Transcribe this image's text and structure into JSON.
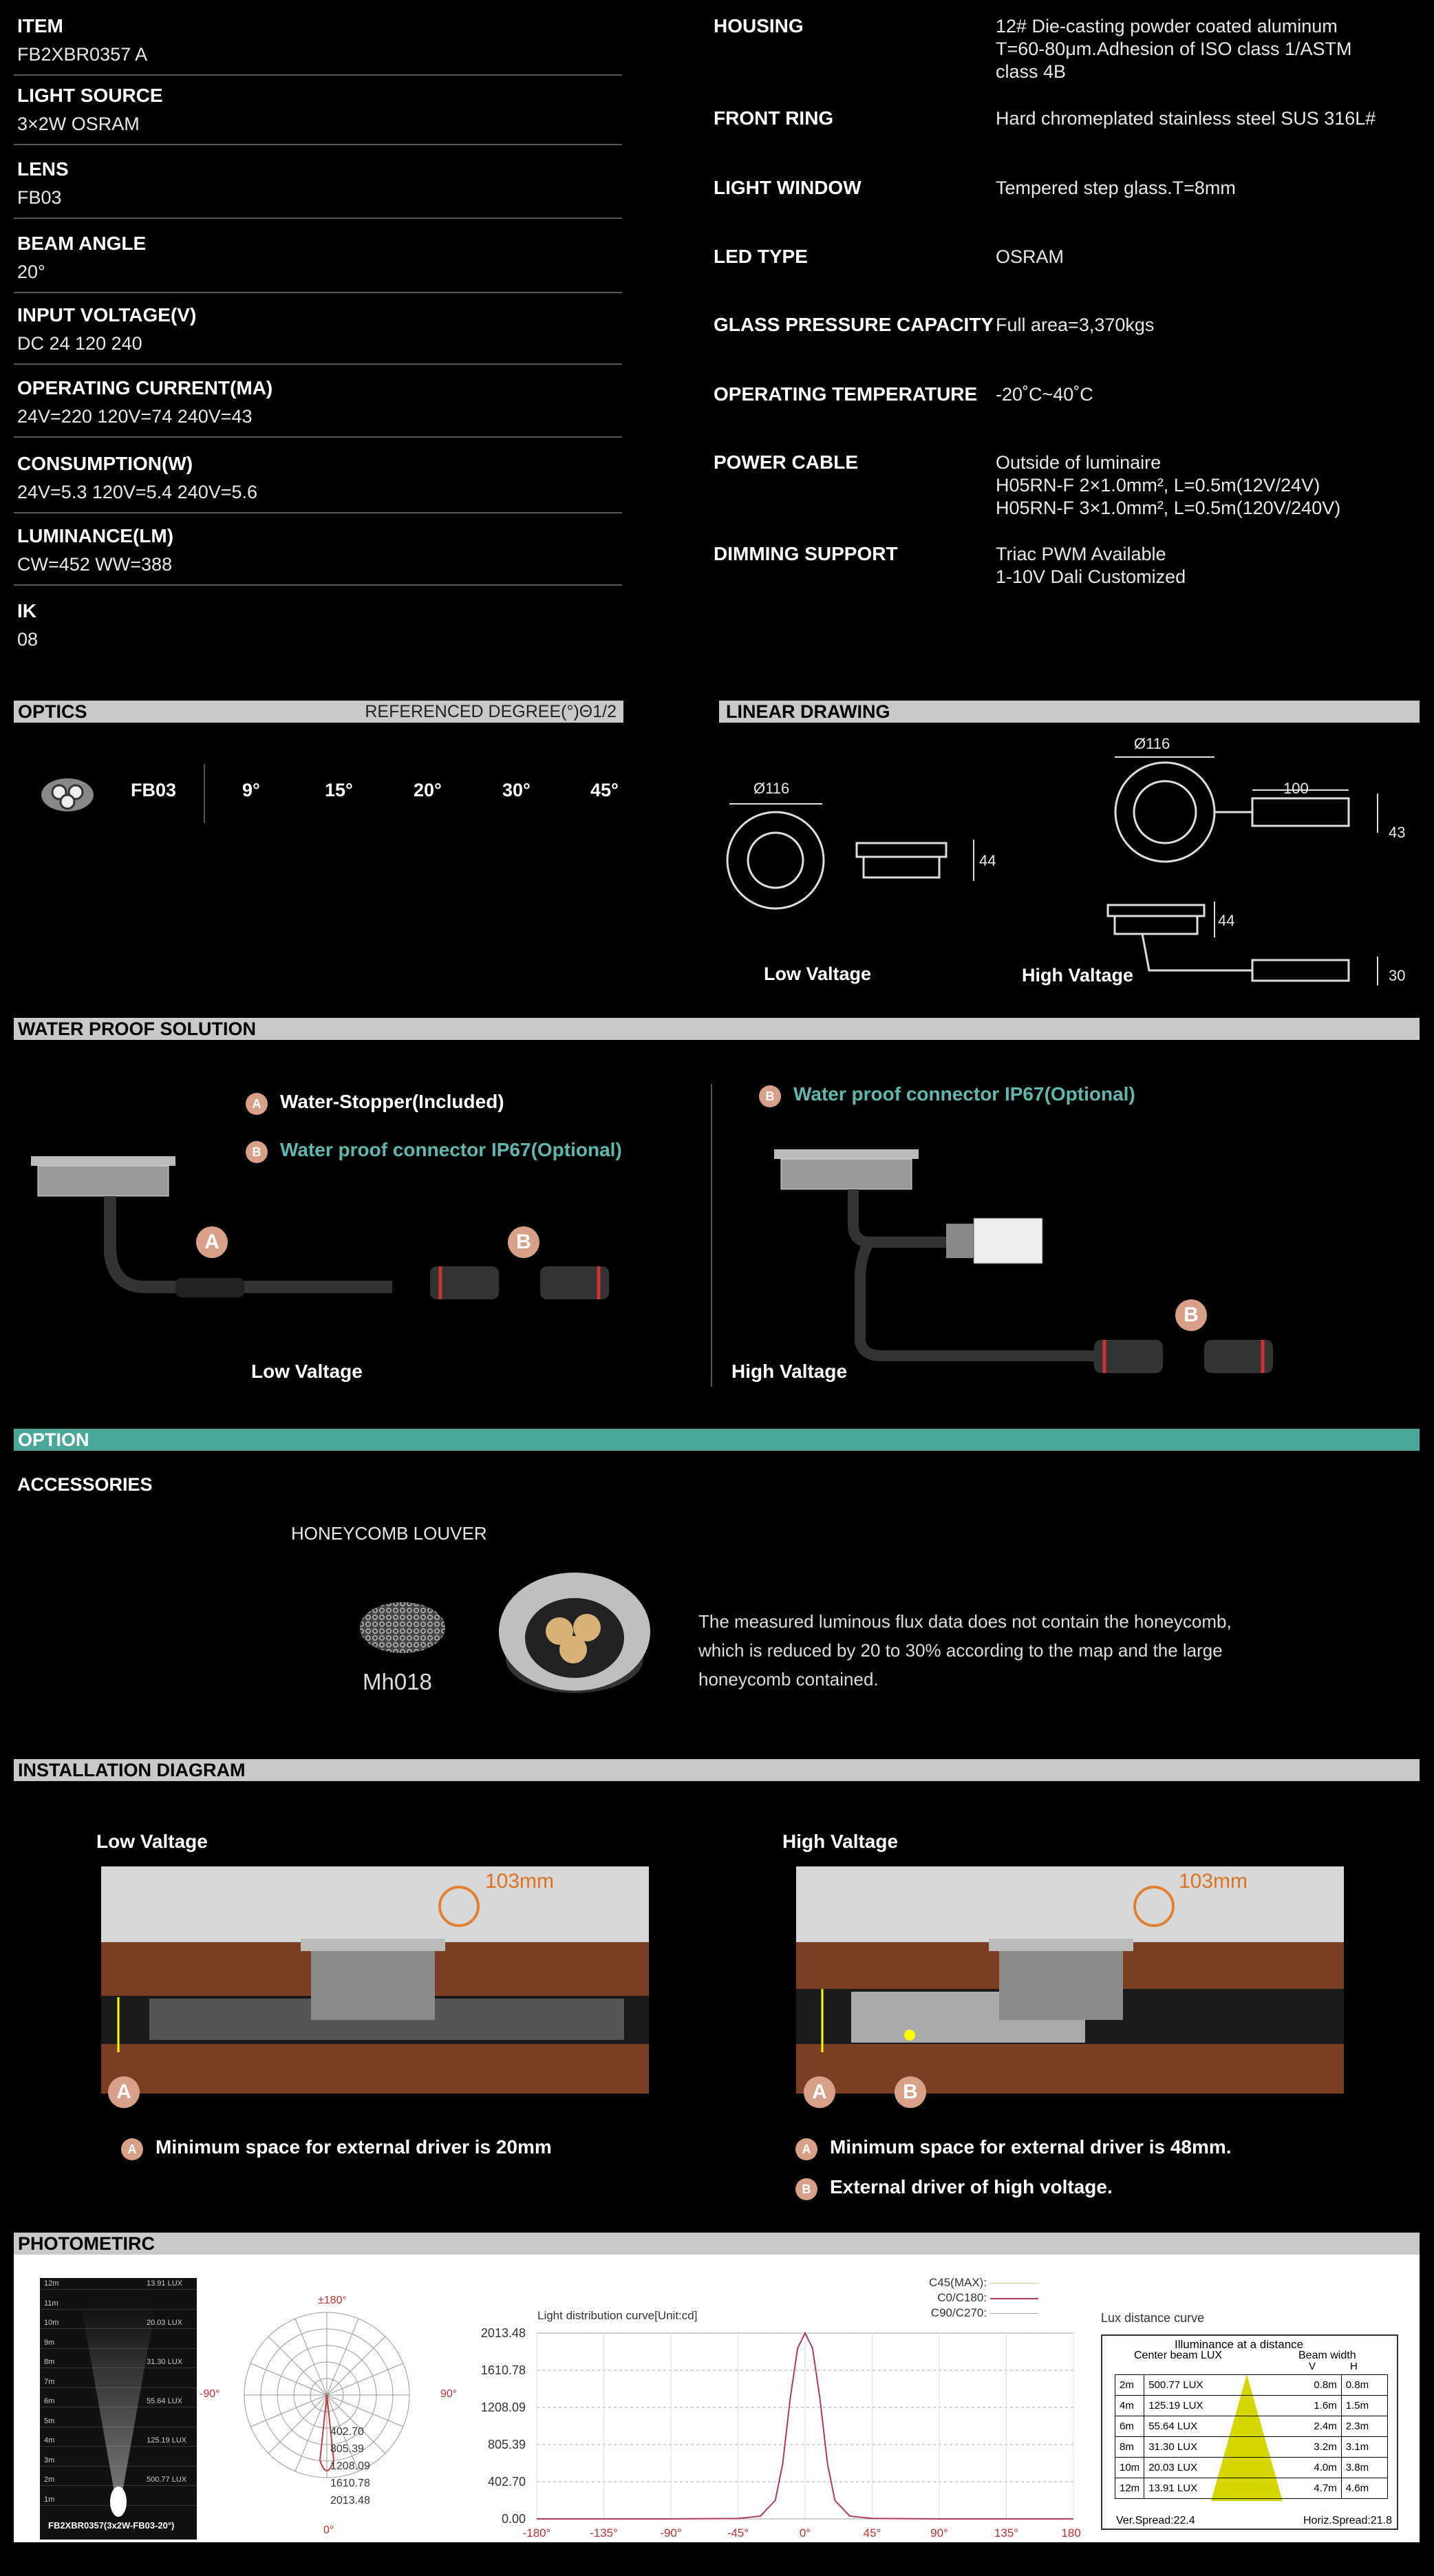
{
  "specs_left": [
    {
      "label": "ITEM",
      "value": "FB2XBR0357 A"
    },
    {
      "label": "LIGHT SOURCE",
      "value": "3×2W OSRAM"
    },
    {
      "label": "LENS",
      "value": "FB03"
    },
    {
      "label": "BEAM ANGLE",
      "value": "20°"
    },
    {
      "label": "INPUT VOLTAGE(V)",
      "value": "DC 24  120   240"
    },
    {
      "label": "OPERATING CURRENT(MA)",
      "value": "24V=220  120V=74  240V=43"
    },
    {
      "label": "CONSUMPTION(W)",
      "value": "24V=5.3  120V=5.4  240V=5.6"
    },
    {
      "label": "LUMINANCE(LM)",
      "value": "CW=452  WW=388"
    },
    {
      "label": "IK",
      "value": "08"
    }
  ],
  "specs_right": [
    {
      "label": "HOUSING",
      "lines": [
        "12# Die-casting  powder coated aluminum",
        "T=60-80μm.Adhesion of ISO class 1/ASTM",
        "class 4B"
      ]
    },
    {
      "label": "FRONT RING",
      "lines": [
        "Hard chromeplated stainless steel SUS 316L#"
      ]
    },
    {
      "label": "LIGHT WINDOW",
      "lines": [
        "Tempered step glass.T=8mm"
      ]
    },
    {
      "label": "LED TYPE",
      "lines": [
        "OSRAM"
      ]
    },
    {
      "label": "GLASS PRESSURE CAPACITY",
      "lines": [
        "Full area=3,370kgs"
      ]
    },
    {
      "label": "OPERATING TEMPERATURE",
      "lines": [
        "-20˚C~40˚C"
      ]
    },
    {
      "label": "POWER CABLE",
      "lines": [
        "Outside of luminaire",
        "H05RN-F 2×1.0mm², L=0.5m(12V/24V)",
        "H05RN-F 3×1.0mm², L=0.5m(120V/240V)"
      ]
    },
    {
      "label": "DIMMING SUPPORT",
      "lines": [
        "Triac  PWM  Available",
        "1-10V  Dali  Customized"
      ]
    }
  ],
  "optics": {
    "title": "OPTICS",
    "ref": "REFERENCED DEGREE(°)Θ1/2",
    "lens": "FB03",
    "angles": [
      "9°",
      "15°",
      "20°",
      "30°",
      "45°"
    ]
  },
  "linear": {
    "title": "LINEAR DRAWING",
    "dia1": "Ø116",
    "dim1": "44",
    "dia2": "Ø116",
    "dim2": "100",
    "dim3": "43",
    "dim4": "44",
    "dim5": "30",
    "low": "Low Valtage",
    "high": "High Valtage"
  },
  "waterproof": {
    "title": "WATER PROOF SOLUTION",
    "a_text": "Water-Stopper(Included)",
    "b_text": "Water proof connector IP67(Optional)",
    "b_text2": "Water proof connector IP67(Optional)",
    "low": "Low Valtage",
    "high": "High Valtage",
    "a": "A",
    "b": "B"
  },
  "option": {
    "title": "OPTION",
    "accessories": "ACCESSORIES",
    "louver": "HONEYCOMB LOUVER",
    "part": "Mh018",
    "note": [
      "The measured luminous flux data does not contain the honeycomb,",
      "which is reduced by 20 to 30% according to the map and the large",
      "honeycomb contained."
    ]
  },
  "install": {
    "title": "INSTALLATION DIAGRAM",
    "low": "Low Valtage",
    "high": "High Valtage",
    "size": "103mm",
    "note_a_low": "Minimum space for external driver is 20mm",
    "note_a_high": "Minimum space for external driver is 48mm.",
    "note_b_high": "External driver of high voltage."
  },
  "photometric": {
    "title": "PHOTOMETIRC",
    "beam_label": "FB2XBR0357(3x2W-FB03-20°)",
    "beam_rows": [
      {
        "d": "12m",
        "lux": "13.91 LUX"
      },
      {
        "d": "11m",
        "lux": ""
      },
      {
        "d": "10m",
        "lux": "20.03 LUX"
      },
      {
        "d": "9m",
        "lux": ""
      },
      {
        "d": "8m",
        "lux": "31.30 LUX"
      },
      {
        "d": "7m",
        "lux": ""
      },
      {
        "d": "6m",
        "lux": "55.64 LUX"
      },
      {
        "d": "5m",
        "lux": ""
      },
      {
        "d": "4m",
        "lux": "125.19 LUX"
      },
      {
        "d": "3m",
        "lux": ""
      },
      {
        "d": "2m",
        "lux": "500.77 LUX"
      },
      {
        "d": "1m",
        "lux": ""
      }
    ],
    "polar": {
      "top": "±180°",
      "left": "-90°",
      "right": "90°",
      "bottom": "0°",
      "rings": [
        "402.70",
        "805.39",
        "1208.09",
        "1610.78",
        "2013.48"
      ]
    },
    "curve_title": "Light distribution curve[Unit:cd]",
    "legend": [
      "C45(MAX):",
      "C0/C180:",
      "C90/C270:"
    ],
    "lux_title": "Lux distance curve",
    "lux_head": "Illuminance at a distance",
    "lux_center": "Center beam LUX",
    "lux_bw": "Beam width",
    "lux_v": "V",
    "lux_h": "H",
    "lux_rows": [
      {
        "d": "2m",
        "lux": "500.77 LUX",
        "v": "0.8m",
        "h": "0.8m"
      },
      {
        "d": "4m",
        "lux": "125.19 LUX",
        "v": "1.6m",
        "h": "1.5m"
      },
      {
        "d": "6m",
        "lux": "55.64 LUX",
        "v": "2.4m",
        "h": "2.3m"
      },
      {
        "d": "8m",
        "lux": "31.30 LUX",
        "v": "3.2m",
        "h": "3.1m"
      },
      {
        "d": "10m",
        "lux": "20.03 LUX",
        "v": "4.0m",
        "h": "3.8m"
      },
      {
        "d": "12m",
        "lux": "13.91 LUX",
        "v": "4.7m",
        "h": "4.6m"
      }
    ],
    "ver_spread": "Ver.Spread:22.4",
    "hor_spread": "Horiz.Spread:21.8"
  },
  "chart_data": {
    "type": "line",
    "title": "Light distribution curve[Unit:cd]",
    "xlabel": "",
    "ylabel": "",
    "x": [
      -180,
      -135,
      -90,
      -45,
      -30,
      -20,
      -15,
      -10,
      -5,
      0,
      5,
      10,
      15,
      20,
      30,
      45,
      90,
      135,
      180
    ],
    "xticks": [
      "-180°",
      "-135°",
      "-90°",
      "-45°",
      "0°",
      "45°",
      "90°",
      "135°",
      "180°"
    ],
    "yticks": [
      "2013.48",
      "1610.78",
      "1208.09",
      "805.39",
      "402.70",
      "0.00"
    ],
    "ylim": [
      0,
      2013.48
    ],
    "xlim": [
      -180,
      180
    ],
    "series": [
      {
        "name": "C0/C180",
        "values": [
          0,
          0,
          0,
          5,
          30,
          200,
          600,
          1300,
          1850,
          2013.48,
          1850,
          1300,
          600,
          200,
          30,
          5,
          0,
          0,
          0
        ]
      }
    ]
  }
}
